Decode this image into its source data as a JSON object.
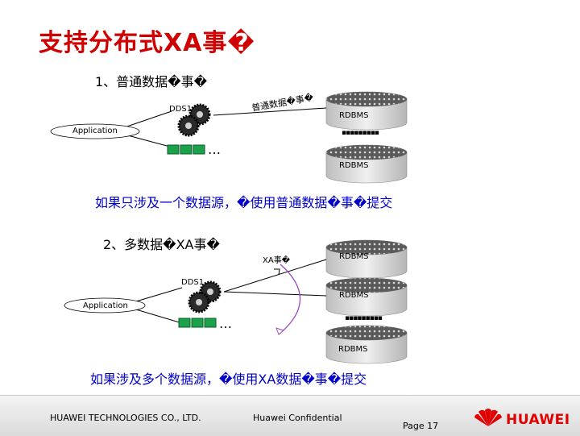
{
  "slide": {
    "title": "支持分布式XA事�",
    "section1": "1、普通数据�事�",
    "section2": "2、多数据�XA事�",
    "note1": "如果只涉及一个数据源，�使用普通数据�事�提交",
    "note2": "如果涉及多个数据源，�使用XA数据�事�提交"
  },
  "diagram1": {
    "dds_label": "DDS1",
    "app_label": "Application",
    "arrow_label": "普通数据�事�",
    "db_labels": [
      "RDBMS",
      "RDBMS"
    ],
    "ellipsis": "…",
    "dots": "▪▪▪▪▪▪▪▪▪"
  },
  "diagram2": {
    "dds_label": "DDS1",
    "app_label": "Application",
    "xa_label": "XA事�",
    "db_labels": [
      "RDBMS",
      "RDBMS",
      "RDBMS"
    ],
    "ellipsis": "…",
    "dots": "▪▪▪▪▪▪▪▪▪"
  },
  "footer": {
    "company": "HUAWEI TECHNOLOGIES CO., LTD.",
    "confidential": "Huawei Confidential",
    "page": "Page 17",
    "brand": "HUAWEI"
  },
  "colors": {
    "title": "#d00000",
    "note": "#0000c8",
    "cable_green": "#1aa34a",
    "arrow_purple": "#9a4ac2"
  }
}
